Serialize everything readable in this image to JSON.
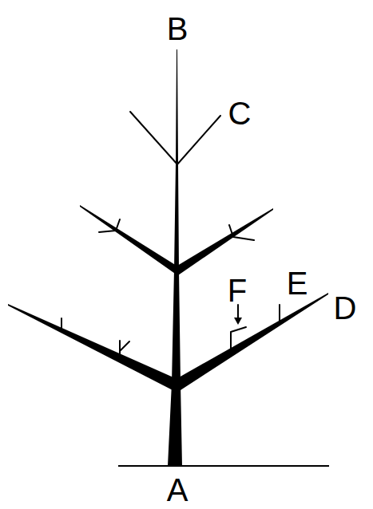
{
  "diagram": {
    "labels": [
      "B",
      "C",
      "F",
      "E",
      "D",
      "A"
    ]
  }
}
